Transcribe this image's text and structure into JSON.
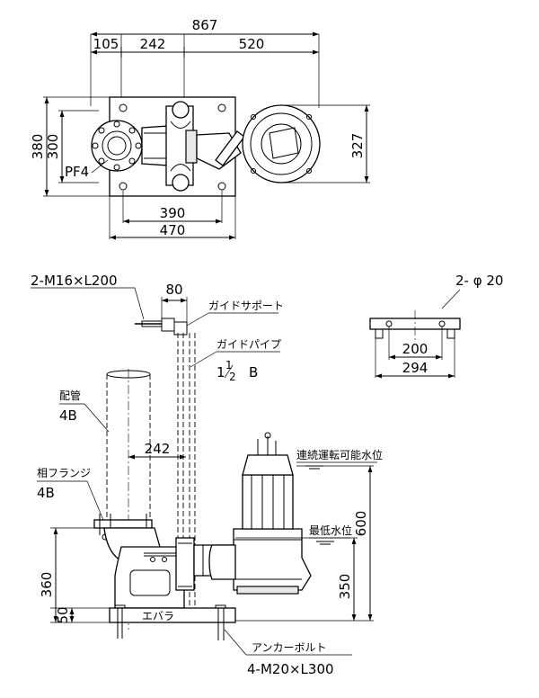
{
  "dims": {
    "overall_width": "867",
    "top_left": "105",
    "top_mid": "242",
    "top_right": "520",
    "height_outer": "380",
    "height_inner": "300",
    "port": "PF4",
    "volute_height": "327",
    "base_inner": "390",
    "base_outer": "470",
    "bolt_spec": "2-M16×L200",
    "support_width": "80",
    "hole_spec": "2- φ 20",
    "hole_inner": "200",
    "hole_outer": "294",
    "pipe_spacing": "242",
    "side_height": "360",
    "base_height": "50",
    "level_high": "600",
    "level_low": "350",
    "anchor_spec": "4-M20×L300"
  },
  "labels": {
    "guide_support": "ガイドサポート",
    "guide_pipe": "ガイドパイプ",
    "guide_pipe_size_whole": "1",
    "guide_pipe_size_num": "1",
    "guide_pipe_size_den": "2",
    "guide_pipe_size_unit": "B",
    "piping": "配管",
    "piping_size": "4B",
    "companion_flange": "相フランジ",
    "companion_flange_size": "4B",
    "continuous_level": "連続運転可能水位",
    "min_level": "最低水位",
    "anchor_bolt": "アンカーボルト",
    "brand": "エバラ"
  }
}
